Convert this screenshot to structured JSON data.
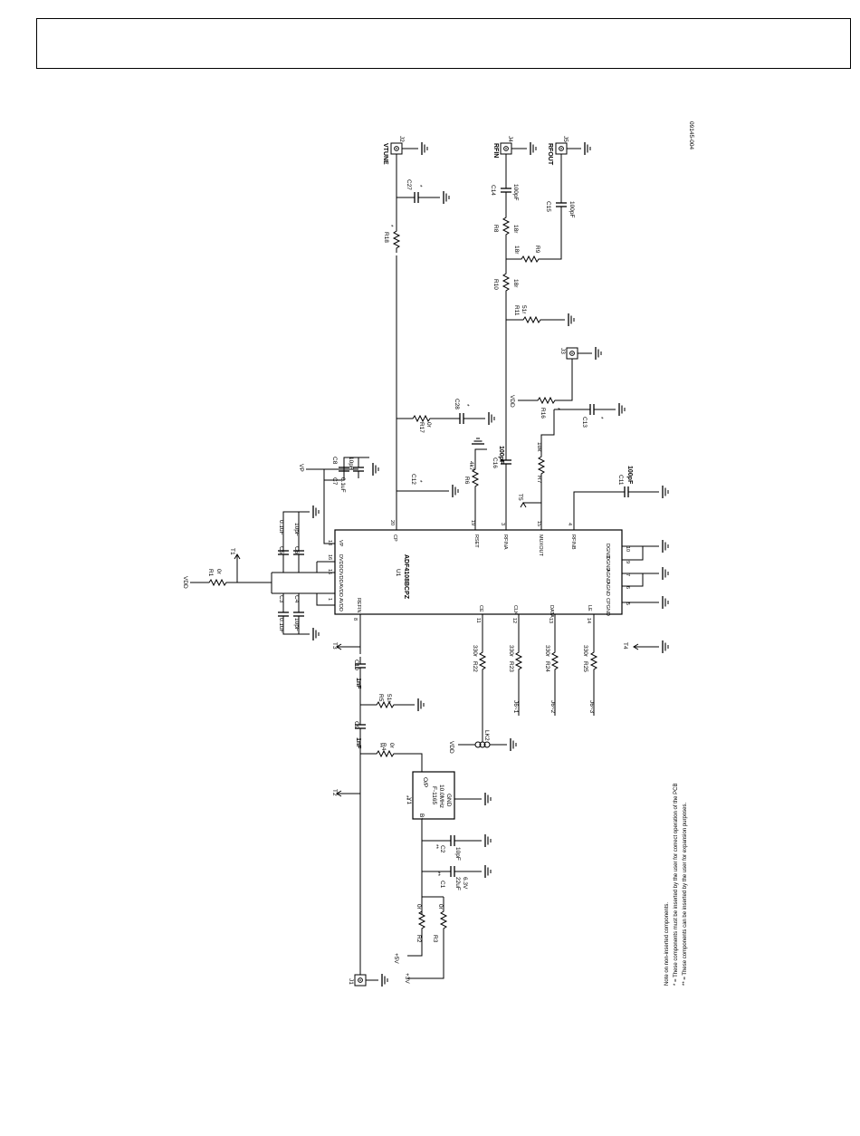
{
  "figure_id": "09145-004",
  "ic": {
    "ref": "U1",
    "part": "ADF4108BCPZ"
  },
  "ic_pins": {
    "REFIN": "REFIN",
    "AVDD1": "AVDD",
    "AVDD2": "AVDD",
    "DVDD1": "DVDD",
    "DVDD2": "DVDD",
    "VP": "VP",
    "CP": "CP",
    "RSET": "RSET",
    "RFINA": "RFINA",
    "MUXOUT": "MUXOUT",
    "RFINB": "RFINB",
    "DGND": "DGND",
    "DGND2": "DGND",
    "AGND": "AGND",
    "AGND2": "AGND",
    "CPGND": "CPGND",
    "CE": "CE",
    "CLK": "CLK",
    "DATA": "DATA",
    "LE": "LE"
  },
  "pin_numbers": [
    "8",
    "1",
    "15",
    "16",
    "2",
    "20",
    "19",
    "3",
    "18",
    "4",
    "10",
    "9",
    "7",
    "6",
    "11",
    "12",
    "13",
    "14",
    "5",
    "17"
  ],
  "connectors": {
    "J1": "J1",
    "J2": "J2",
    "J3": "J3",
    "J4": "J4",
    "J5": "J5",
    "vtune": "VTUNE",
    "rfin": "RFIN",
    "rfout": "RFOUT",
    "j6_1": "J6~1",
    "j6_2": "J6~2",
    "j6_3": "J6~3"
  },
  "rails": {
    "vdd": "VDD",
    "vp": "VP",
    "plus5v": "+5V",
    "plus3v": "+3V"
  },
  "test_points": {
    "T1": "T1",
    "T2": "T2",
    "T3": "T3",
    "T4": "T4",
    "T5": "T5"
  },
  "components": {
    "R1": "R1",
    "R1v": "0r",
    "C3": "C3",
    "C3v": "0.1uF",
    "C4": "C4",
    "C4v": "10pF",
    "C5": "C5",
    "C5v": "0.1uF",
    "C6": "C6",
    "C6v": "10pF",
    "C7": "C7",
    "C7v": "0.1uF",
    "C8": "C8",
    "C8v": "10pF",
    "C10": "C10",
    "C10v": "1nF",
    "C9": "C9",
    "C9v": "1nF",
    "R5": "R5",
    "R5v": "51r",
    "R4": "R4",
    "R4v": "0r",
    "Y1": "Y1",
    "Y1_part": "F-1165",
    "Y1_freq": "10.0MHz",
    "Y1_out": "O/P",
    "Y1_gnd": "GND",
    "Y1_vcc": "B+",
    "C2": "C2",
    "C2v": "10pF",
    "C1": "C1",
    "C1v": "22uF",
    "C1v2": "6.3V",
    "R2": "R2",
    "R2v": "0r",
    "R3": "R3",
    "R3v": "0r",
    "C12": "C12",
    "C27": "C27",
    "R18": "R18",
    "R17": "R17",
    "R17v": "0r",
    "C28": "C28",
    "R6": "R6",
    "R6v": "4k7",
    "C16": "C16",
    "C16v": "100pF",
    "R10": "R10",
    "R10v": "18r",
    "R8": "R8",
    "R8v": "18r",
    "R9": "R9",
    "R9v": "18r",
    "C14": "C14",
    "C14v": "100pF",
    "C15": "C15",
    "C15v": "100pF",
    "R11": "R11",
    "R11v": "51r",
    "R7": "R7",
    "R7v": "10k",
    "R16": "R16",
    "C13": "C13",
    "C11": "C11",
    "C11v": "100pF",
    "R22": "R22",
    "R23": "R23",
    "R24": "R24",
    "R25": "R25",
    "Rv330": "330r",
    "LK2": "LK2",
    "star": "*",
    "dstar": "**"
  },
  "notes": [
    "Note on non-inserted components.",
    "* = These components must be inserted by the user for correct operation of the PCB",
    "** = These components can be inserted by the user for expansion purposes."
  ]
}
